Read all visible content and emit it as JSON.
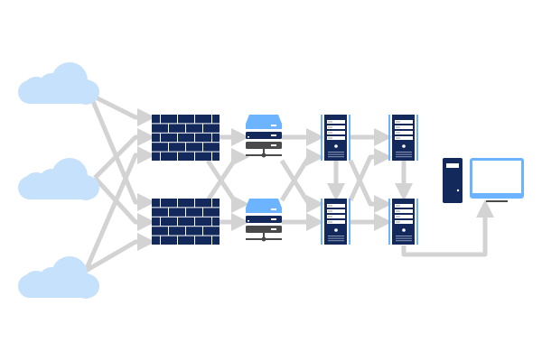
{
  "diagram": {
    "nodes": [
      {
        "id": "cloud-1",
        "icon": "cloud-icon"
      },
      {
        "id": "cloud-2",
        "icon": "cloud-icon"
      },
      {
        "id": "cloud-3",
        "icon": "cloud-icon"
      },
      {
        "id": "firewall-1",
        "icon": "firewall-icon"
      },
      {
        "id": "firewall-2",
        "icon": "firewall-icon"
      },
      {
        "id": "router-1",
        "icon": "router-icon"
      },
      {
        "id": "router-2",
        "icon": "router-icon"
      },
      {
        "id": "server-1a",
        "icon": "server-icon"
      },
      {
        "id": "server-1b",
        "icon": "server-icon"
      },
      {
        "id": "server-2a",
        "icon": "server-icon"
      },
      {
        "id": "server-2b",
        "icon": "server-icon"
      },
      {
        "id": "desktop",
        "icon": "desktop-computer-icon"
      }
    ],
    "colors": {
      "navy": "#13285b",
      "light_blue": "#6cb4ff",
      "cloud": "#c6e1fb",
      "connector": "#d3d3d3",
      "dark_gray": "#4a4a4a"
    }
  }
}
